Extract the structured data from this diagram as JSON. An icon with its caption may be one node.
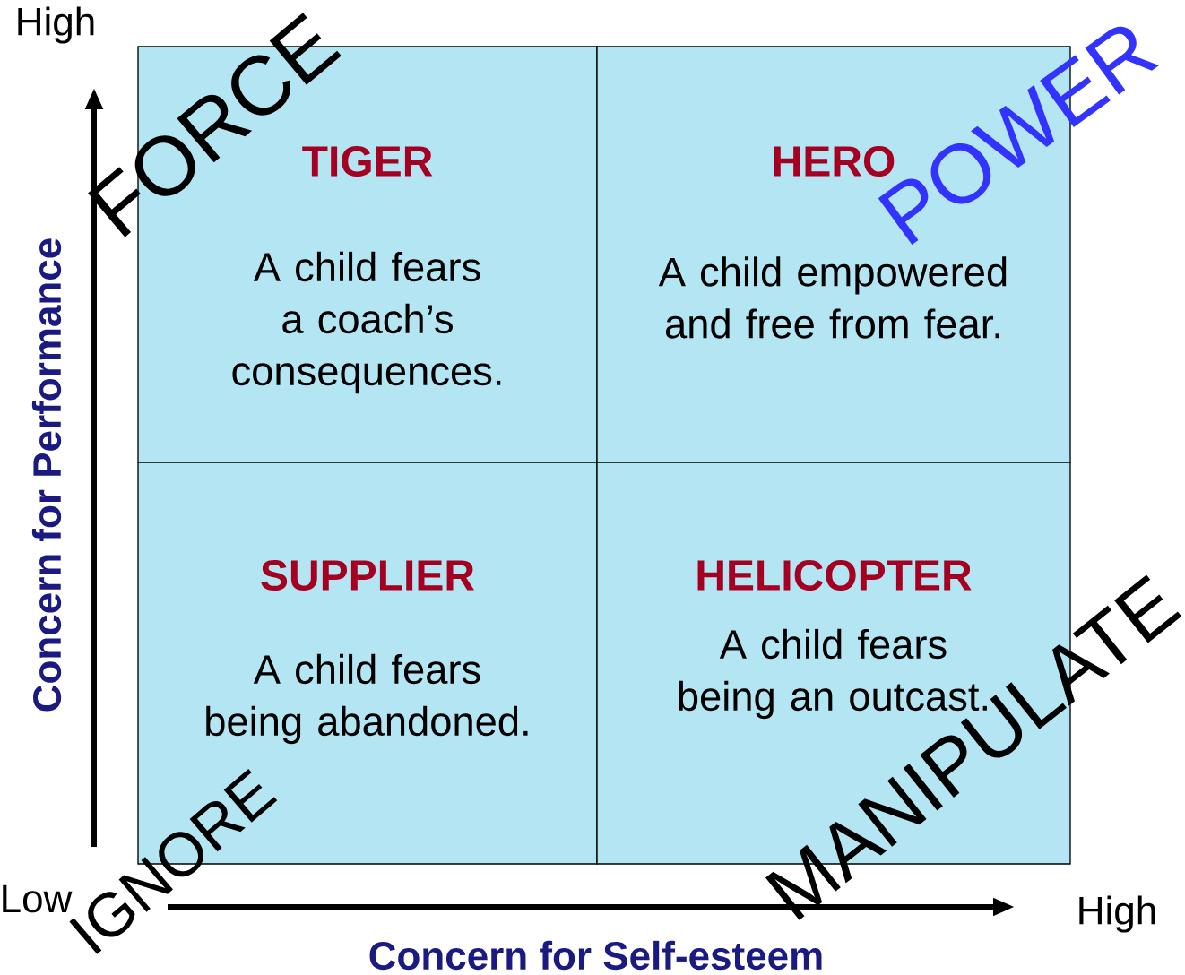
{
  "diagram": {
    "nodes": [
      {
        "text": [
          "TIGER",
          "A child fears a coach’s consequences."
        ]
      },
      {
        "text": [
          "HERO",
          "A child empowered and free from fear."
        ]
      },
      {
        "text": [
          "SUPPLIER",
          "A child fears being abandoned."
        ]
      },
      {
        "text": [
          "HELICOPTER",
          "A child fears being an outcast."
        ]
      }
    ],
    "labels": [
      "High",
      "FORCE",
      "POWER",
      "Concern for Performance",
      "IGNORE",
      "MANIPULATE",
      "Low",
      "High",
      "Concern for Self-esteem"
    ]
  }
}
